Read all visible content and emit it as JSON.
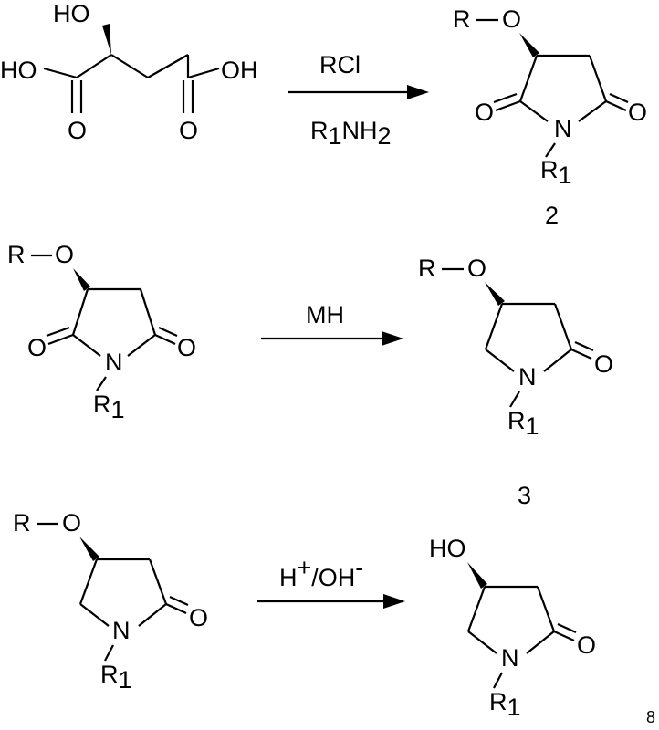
{
  "step1": {
    "reactant": {
      "oh_top": "HO",
      "oh_left": "HO",
      "oh_right": "OH",
      "o_left": "O",
      "o_right": "O"
    },
    "reagent_top": "RCl",
    "reagent_bottom_r": "R",
    "reagent_bottom_sub": "1",
    "reagent_bottom_rest": "NH",
    "reagent_bottom_sub2": "2",
    "product": {
      "r": "R",
      "o_ether": "O",
      "o_left": "O",
      "o_right": "O",
      "n": "N",
      "r1": "R",
      "r1_sub": "1"
    },
    "compound_number": "2"
  },
  "step2": {
    "reactant": {
      "r": "R",
      "o_ether": "O",
      "o_left": "O",
      "o_right": "O",
      "n": "N",
      "r1": "R",
      "r1_sub": "1"
    },
    "reagent": "MH",
    "product": {
      "r": "R",
      "o_ether": "O",
      "o_carbonyl": "O",
      "n": "N",
      "r1": "R",
      "r1_sub": "1"
    },
    "compound_number": "3"
  },
  "step3": {
    "reactant": {
      "r": "R",
      "o_ether": "O",
      "o_carbonyl": "O",
      "n": "N",
      "r1": "R",
      "r1_sub": "1"
    },
    "reagent_h": "H",
    "reagent_plus": "+",
    "reagent_oh": "/OH",
    "reagent_minus": "-",
    "product": {
      "ho": "HO",
      "o_carbonyl": "O",
      "n": "N",
      "r1": "R",
      "r1_sub": "1"
    }
  },
  "page_mark": "8"
}
